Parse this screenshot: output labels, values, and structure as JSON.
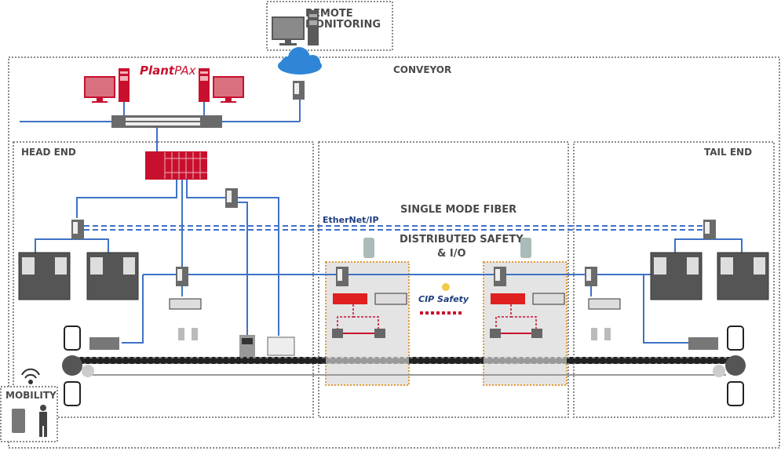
{
  "title": "Conveyor network architecture",
  "zones": {
    "remote_monitoring": "REMOTE\nMONITORING",
    "remote_line1": "REMOTE",
    "remote_line2": "MONITORING",
    "conveyor": "CONVEYOR",
    "head_end": "HEAD END",
    "tail_end": "TAIL END",
    "mobility": "MOBILITY"
  },
  "labels": {
    "plantpax_bold": "Plant",
    "plantpax_light": "PAx",
    "single_mode_fiber": "SINGLE MODE FIBER",
    "distributed_safety_line1": "DISTRIBUTED SAFETY",
    "distributed_safety_line2": "& I/O",
    "ethernet_ip": "EtherNet/IP",
    "cip_safety": "CIP Safety"
  },
  "colors": {
    "network_blue": "#3f72c6",
    "plantpax_red": "#c8102e",
    "device_gray": "#5a5a5a",
    "zone_border": "#8a8a8a",
    "safety_border": "#e49a3a",
    "cloud_blue": "#2f86d6"
  },
  "icons": {
    "remote_workstation": "computer-workstation-icon",
    "cloud": "cloud-icon",
    "switch": "ethernet-switch-icon",
    "controller": "plc-chassis-icon",
    "drive_cabinet": "motor-control-center-icon",
    "io_block": "io-block-icon",
    "sensor": "sensor-icon",
    "hmi": "hmi-panel-icon",
    "printer": "printer-icon",
    "motor": "motor-icon",
    "pulley": "pulley-icon",
    "wifi": "wifi-icon",
    "tablet": "tablet-icon",
    "person": "person-icon",
    "safety_light": "stack-light-icon",
    "safety_io": "safety-io-block-icon",
    "estop": "pull-cord-switch-icon"
  }
}
